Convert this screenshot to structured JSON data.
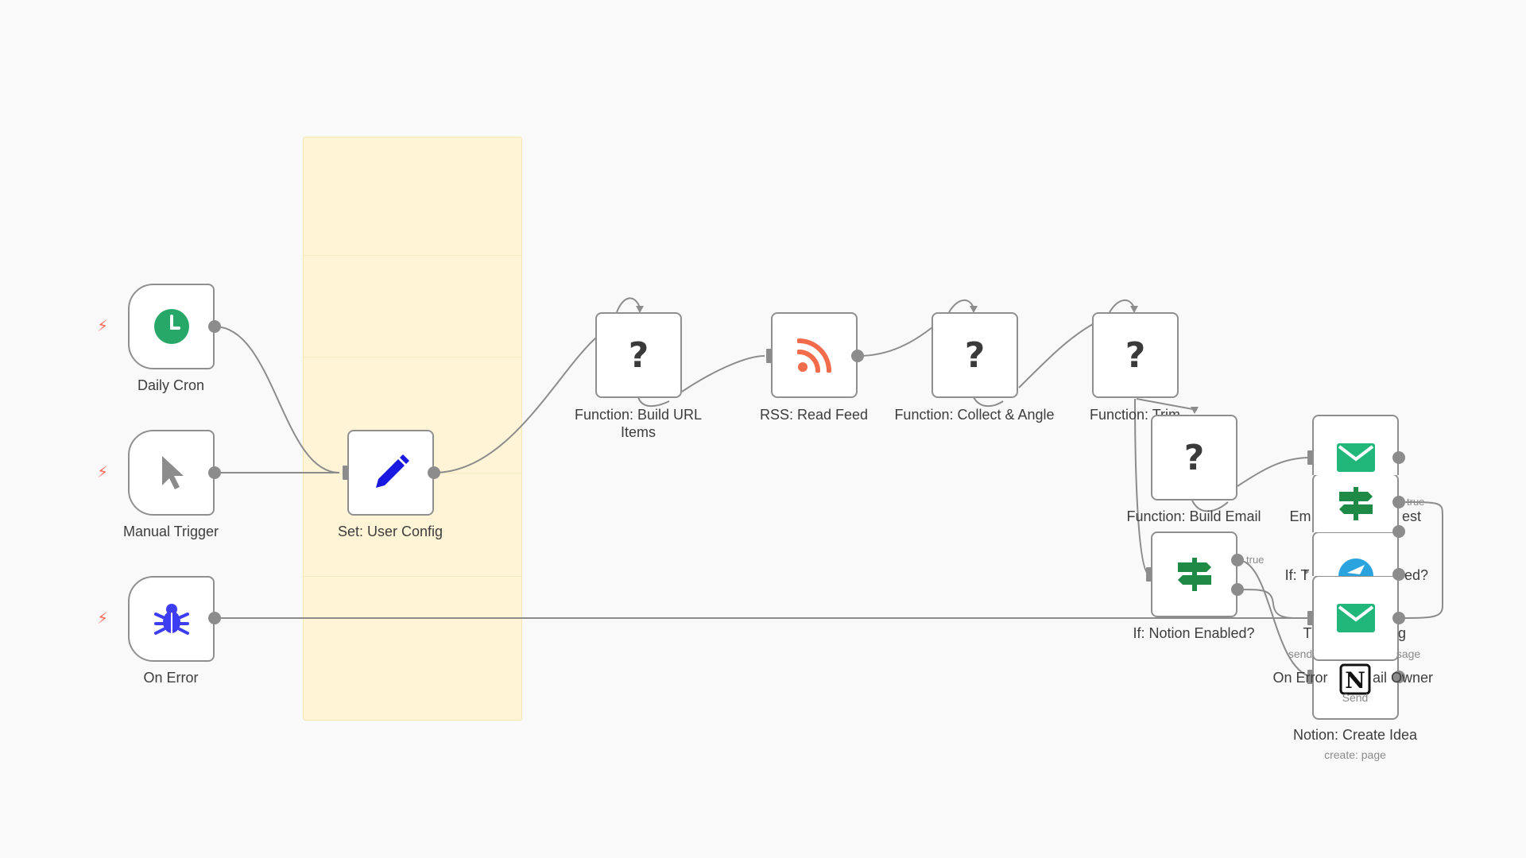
{
  "workflow": {
    "sticky_note_text": "",
    "nodes": {
      "daily_cron": {
        "label": "Daily Cron",
        "icon": "clock-icon",
        "color": "#27a869"
      },
      "manual_trigger": {
        "label": "Manual Trigger",
        "icon": "cursor-icon",
        "color": "#8c8c8c"
      },
      "on_error": {
        "label": "On Error",
        "icon": "bug-icon",
        "color": "#3d3df5"
      },
      "set_user_config": {
        "label": "Set: User Config",
        "icon": "pencil-icon",
        "color": "#1a19e0"
      },
      "build_url_items": {
        "label": "Function: Build URL Items",
        "icon": "question-icon",
        "glyph": "?"
      },
      "rss_read_feed": {
        "label": "RSS: Read Feed",
        "icon": "rss-icon",
        "color": "#f26b4a"
      },
      "collect_angle": {
        "label": "Function: Collect & Angle",
        "icon": "question-icon",
        "glyph": "?"
      },
      "trim": {
        "label": "Function: Trim",
        "icon": "question-icon",
        "glyph": "?"
      },
      "build_email": {
        "label": "Function: Build Email",
        "icon": "question-icon",
        "glyph": "?"
      },
      "if_notion_enabled": {
        "label": "If: Notion Enabled?",
        "icon": "signpost-icon",
        "color": "#1e8a45"
      },
      "email_top": {
        "label_left": "Em",
        "label_right": "est",
        "icon": "email-icon",
        "color": "#21b77a"
      },
      "if_second": {
        "label_left": "If: T",
        "label_right": "ed?",
        "icon": "signpost-icon",
        "color": "#1e8a45"
      },
      "telegram": {
        "icon": "telegram-icon",
        "color": "#2aa3df"
      },
      "email_bottom": {
        "label_left": "T",
        "label_right": "g",
        "sub_left": "send",
        "sub_right": "sage",
        "icon": "email-icon",
        "color": "#21b77a"
      },
      "on_error_email": {
        "label_left": "On Error",
        "label_right": "ail Owner",
        "sub": "Send"
      },
      "notion_create": {
        "label": "Notion: Create Idea",
        "sub": "create: page",
        "icon": "notion-icon"
      }
    },
    "branch_labels": {
      "true_1": "true",
      "true_2": "true"
    },
    "trigger_bolt": "⚡",
    "colors": {
      "edge": "#8c8c8c",
      "sticky": "#fff4d6",
      "bolt": "#ff6d5a"
    }
  }
}
